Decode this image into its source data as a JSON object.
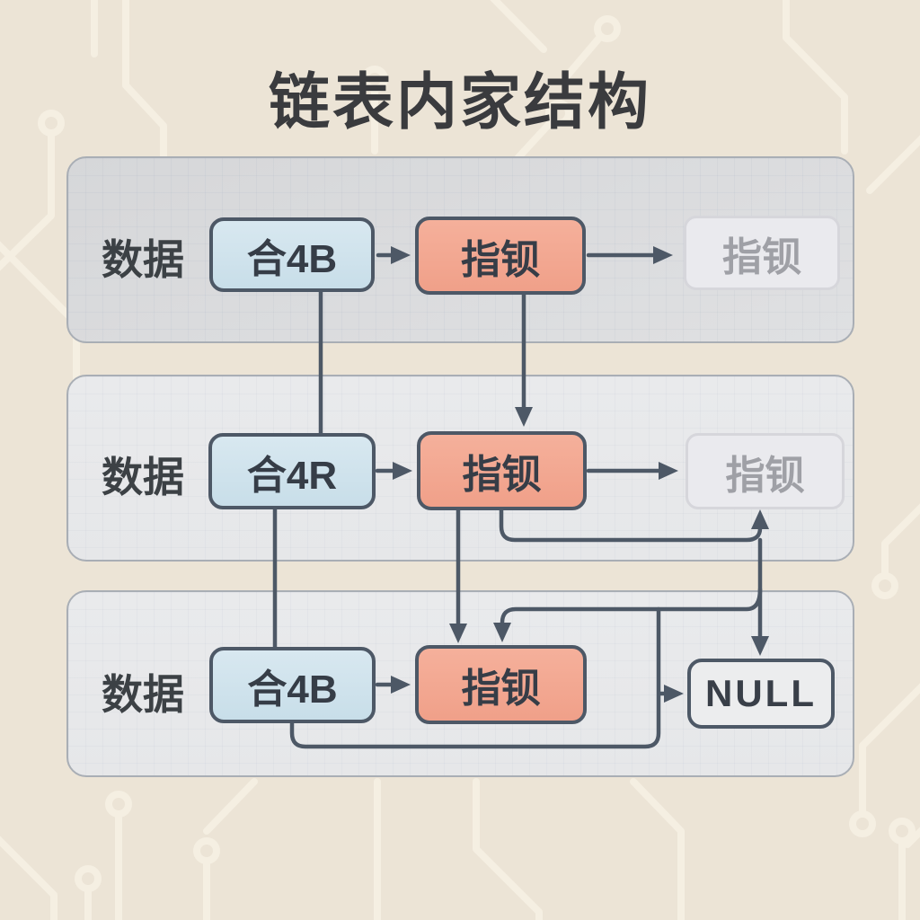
{
  "title": "链表内家结构",
  "rows": [
    {
      "label": "数据",
      "cells": [
        {
          "text": "合4B",
          "type": "data"
        },
        {
          "text": "指钡",
          "type": "pointer"
        },
        {
          "text": "指钡",
          "type": "ghost-pointer"
        }
      ]
    },
    {
      "label": "数据",
      "cells": [
        {
          "text": "合4R",
          "type": "data"
        },
        {
          "text": "指钡",
          "type": "pointer"
        },
        {
          "text": "指钡",
          "type": "ghost-pointer"
        }
      ]
    },
    {
      "label": "数据",
      "cells": [
        {
          "text": "合4B",
          "type": "data"
        },
        {
          "text": "指钡",
          "type": "pointer"
        },
        {
          "text": "NULL",
          "type": "null-terminator"
        }
      ]
    }
  ],
  "colors": {
    "background": "#ece4d6",
    "circuit_trace": "#f5efe2",
    "panel_fill": "#e9eaec",
    "panel_fill_first": "#d9dadc",
    "panel_border": "#a9aeb5",
    "data_box_fill": "#cfe3ee",
    "pointer_box_fill": "#f2a68f",
    "ghost_box_fill": "#eaeaee",
    "connector": "#4d5866",
    "title_text": "#3a3b3e"
  }
}
